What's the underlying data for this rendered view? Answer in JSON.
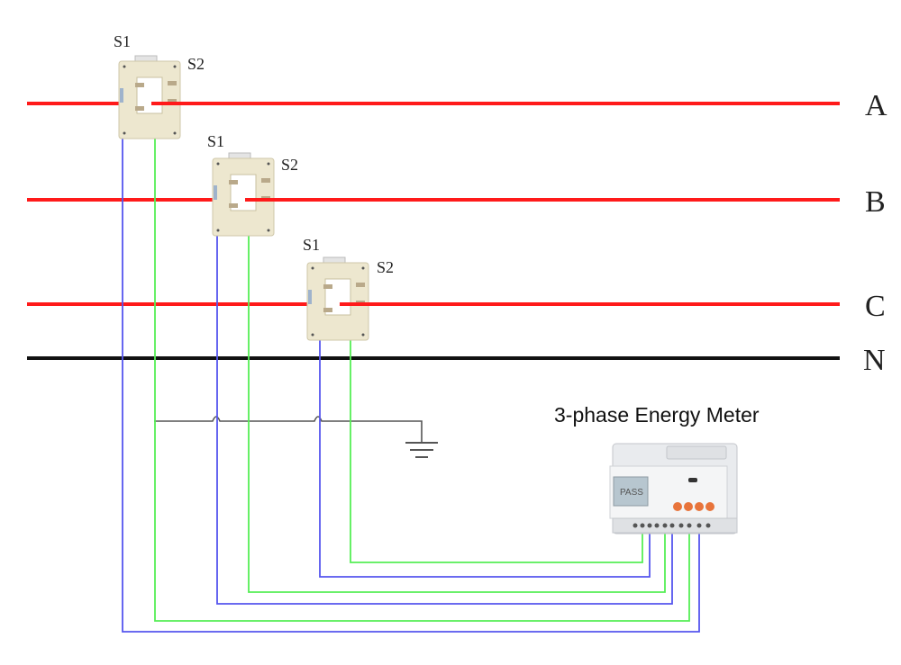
{
  "diagram": {
    "title": "3-phase Energy Meter",
    "colors": {
      "phase_line": "#ff1a1a",
      "neutral_line": "#111111",
      "s1_wire": "#5555ee",
      "s2_wire": "#55ee55",
      "ground_wire": "#555555"
    },
    "buses": [
      {
        "id": "A",
        "label": "A",
        "type": "phase"
      },
      {
        "id": "B",
        "label": "B",
        "type": "phase"
      },
      {
        "id": "C",
        "label": "C",
        "type": "phase"
      },
      {
        "id": "N",
        "label": "N",
        "type": "neutral"
      }
    ],
    "current_transformers": [
      {
        "phase": "A",
        "s1_label": "S1",
        "s2_label": "S2"
      },
      {
        "phase": "B",
        "s1_label": "S1",
        "s2_label": "S2"
      },
      {
        "phase": "C",
        "s1_label": "S1",
        "s2_label": "S2"
      }
    ],
    "meter": {
      "display_text": "PASS",
      "button_count": 4,
      "terminal_count": 10
    },
    "ground": {
      "label": "ground"
    }
  }
}
